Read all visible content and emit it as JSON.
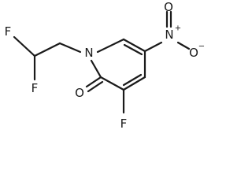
{
  "molecule": {
    "atoms": {
      "F1": "F",
      "F2": "F",
      "N1": "N",
      "N_nitro": "N",
      "N_nitro_charge": "+",
      "O_nitro_top": "O",
      "O_nitro_right": "O",
      "O_nitro_right_charge": "−",
      "O_carbonyl": "O",
      "F3": "F"
    }
  }
}
